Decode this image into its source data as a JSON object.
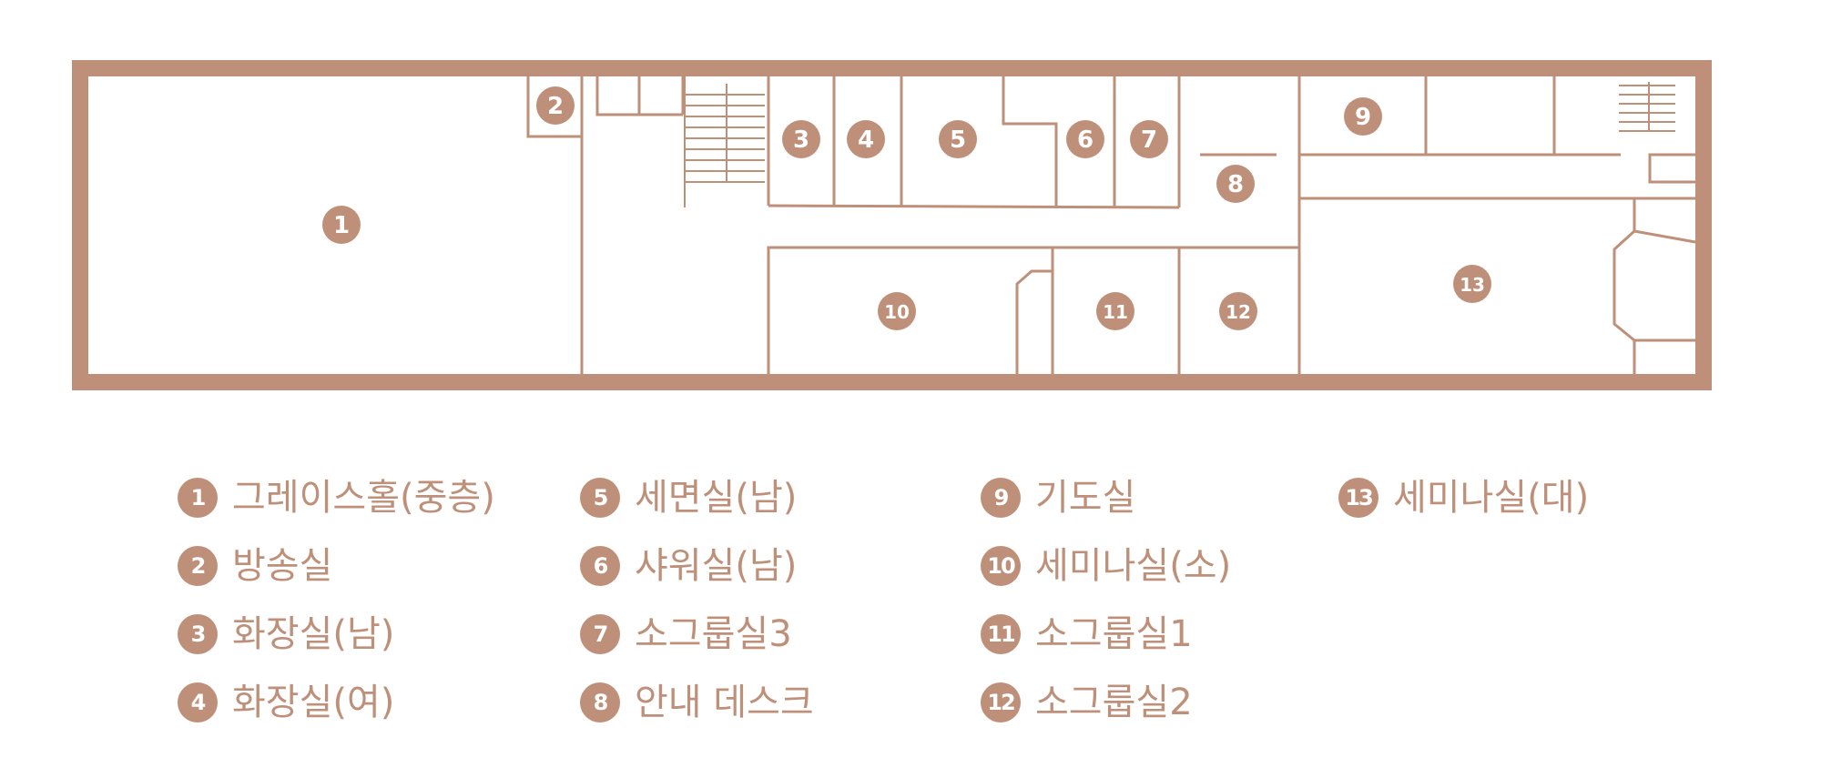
{
  "colors": {
    "accent": "#BE9079",
    "background": "#FFFFFF"
  },
  "rooms": [
    {
      "number": "1",
      "name": "그레이스홀(중층)"
    },
    {
      "number": "2",
      "name": "방송실"
    },
    {
      "number": "3",
      "name": "화장실(남)"
    },
    {
      "number": "4",
      "name": "화장실(여)"
    },
    {
      "number": "5",
      "name": "세면실(남)"
    },
    {
      "number": "6",
      "name": "샤워실(남)"
    },
    {
      "number": "7",
      "name": "소그룹실3"
    },
    {
      "number": "8",
      "name": "안내 데스크"
    },
    {
      "number": "9",
      "name": "기도실"
    },
    {
      "number": "10",
      "name": "세미나실(소)"
    },
    {
      "number": "11",
      "name": "소그룹실1"
    },
    {
      "number": "12",
      "name": "소그룹실2"
    },
    {
      "number": "13",
      "name": "세미나실(대)"
    }
  ]
}
